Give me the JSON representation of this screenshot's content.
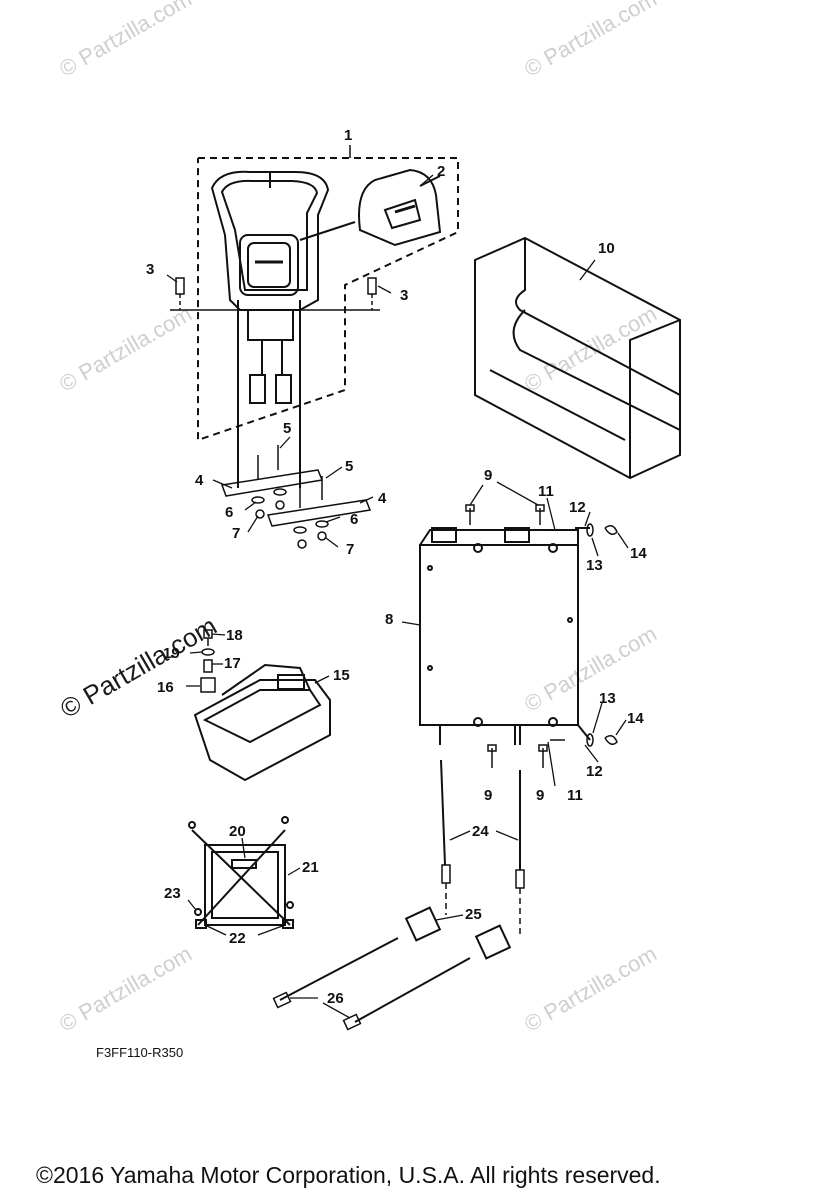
{
  "watermark": "© Partzilla.com",
  "drawing_code": "F3FF110-R350",
  "copyright": "©2016  Yamaha Motor Corporation, U.S.A. All rights reserved.",
  "callouts": [
    "1",
    "2",
    "3",
    "3",
    "4",
    "4",
    "5",
    "5",
    "6",
    "6",
    "7",
    "7",
    "8",
    "9",
    "9",
    "9",
    "9",
    "10",
    "11",
    "11",
    "12",
    "12",
    "13",
    "13",
    "14",
    "14",
    "15",
    "16",
    "17",
    "18",
    "19",
    "20",
    "21",
    "22",
    "23",
    "24",
    "25",
    "26"
  ]
}
